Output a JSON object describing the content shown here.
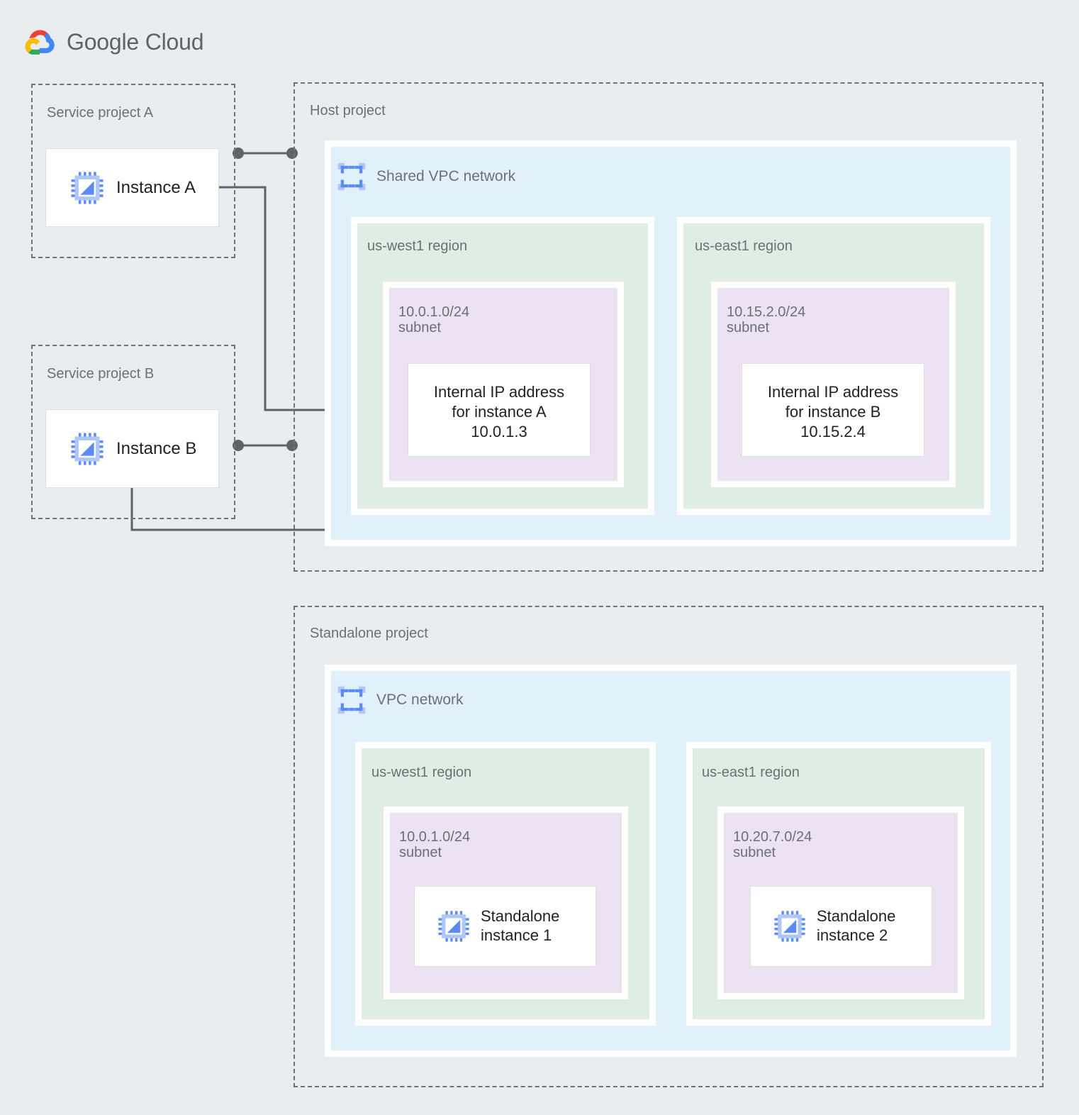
{
  "brand": {
    "logo_icon": "google-cloud-logo",
    "name_bold": "Google",
    "name_light": "Cloud"
  },
  "colors": {
    "page_background": "#eaedef",
    "vpc_network": "#e1f1fc",
    "region": "#dfeee5",
    "subnet": "#ece2f4",
    "card": "#ffffff",
    "dashed_border": "#6d7278",
    "label_text": "#6b7075",
    "primary_text": "#1f2124",
    "connector": "#5f6368",
    "icon_blue": "#5c8bf5",
    "icon_blue_light": "#aec6fa"
  },
  "projects": [
    {
      "id": "service-project-a",
      "title": "Service project A",
      "instances": [
        {
          "id": "instance-a",
          "label": "Instance A",
          "icon": "vm-chip-icon"
        }
      ]
    },
    {
      "id": "service-project-b",
      "title": "Service project B",
      "instances": [
        {
          "id": "instance-b",
          "label": "Instance B",
          "icon": "vm-chip-icon"
        }
      ]
    },
    {
      "id": "host-project",
      "title": "Host project",
      "network": {
        "id": "shared-vpc-network",
        "label": "Shared VPC network",
        "icon": "vpc-network-icon",
        "regions": [
          {
            "id": "host-us-west1",
            "label": "us-west1 region",
            "subnet": {
              "id": "subnet-10-0-1-0-24",
              "cidr": "10.0.1.0/24",
              "kind": "subnet",
              "label": "10.0.1.0/24\nsubnet",
              "card": {
                "id": "internal-ip-instance-a",
                "text": "Internal IP address\nfor instance A\n10.0.1.3",
                "ip": "10.0.1.3"
              }
            }
          },
          {
            "id": "host-us-east1",
            "label": "us-east1 region",
            "subnet": {
              "id": "subnet-10-15-2-0-24",
              "cidr": "10.15.2.0/24",
              "kind": "subnet",
              "label": "10.15.2.0/24\nsubnet",
              "card": {
                "id": "internal-ip-instance-b",
                "text": "Internal IP address\nfor instance B\n10.15.2.4",
                "ip": "10.15.2.4"
              }
            }
          }
        ]
      }
    },
    {
      "id": "standalone-project",
      "title": "Standalone project",
      "network": {
        "id": "vpc-network",
        "label": "VPC network",
        "icon": "vpc-network-icon",
        "regions": [
          {
            "id": "standalone-us-west1",
            "label": "us-west1 region",
            "subnet": {
              "id": "subnet-10-0-1-0-24-standalone",
              "cidr": "10.0.1.0/24",
              "kind": "subnet",
              "label": "10.0.1.0/24\nsubnet",
              "card": {
                "id": "standalone-instance-1",
                "text": "Standalone\ninstance 1",
                "icon": "vm-chip-icon"
              }
            }
          },
          {
            "id": "standalone-us-east1",
            "label": "us-east1 region",
            "subnet": {
              "id": "subnet-10-20-7-0-24",
              "cidr": "10.20.7.0/24",
              "kind": "subnet",
              "label": "10.20.7.0/24\nsubnet",
              "card": {
                "id": "standalone-instance-2",
                "text": "Standalone\ninstance 2",
                "icon": "vm-chip-icon"
              }
            }
          }
        ]
      }
    }
  ],
  "connections": [
    {
      "id": "conn-a-project-to-host",
      "from": "service-project-a",
      "to": "host-project",
      "style": "dotted-endpoints"
    },
    {
      "id": "conn-instance-a-to-ip-a",
      "from": "instance-a",
      "to": "internal-ip-instance-a",
      "style": "elbow"
    },
    {
      "id": "conn-b-project-to-host",
      "from": "service-project-b",
      "to": "host-project",
      "style": "dotted-endpoints"
    },
    {
      "id": "conn-instance-b-to-ip-b",
      "from": "instance-b",
      "to": "internal-ip-instance-b",
      "style": "elbow"
    },
    {
      "id": "conn-standalone-1-to-2",
      "from": "standalone-instance-1",
      "to": "standalone-instance-2",
      "style": "straight"
    }
  ]
}
